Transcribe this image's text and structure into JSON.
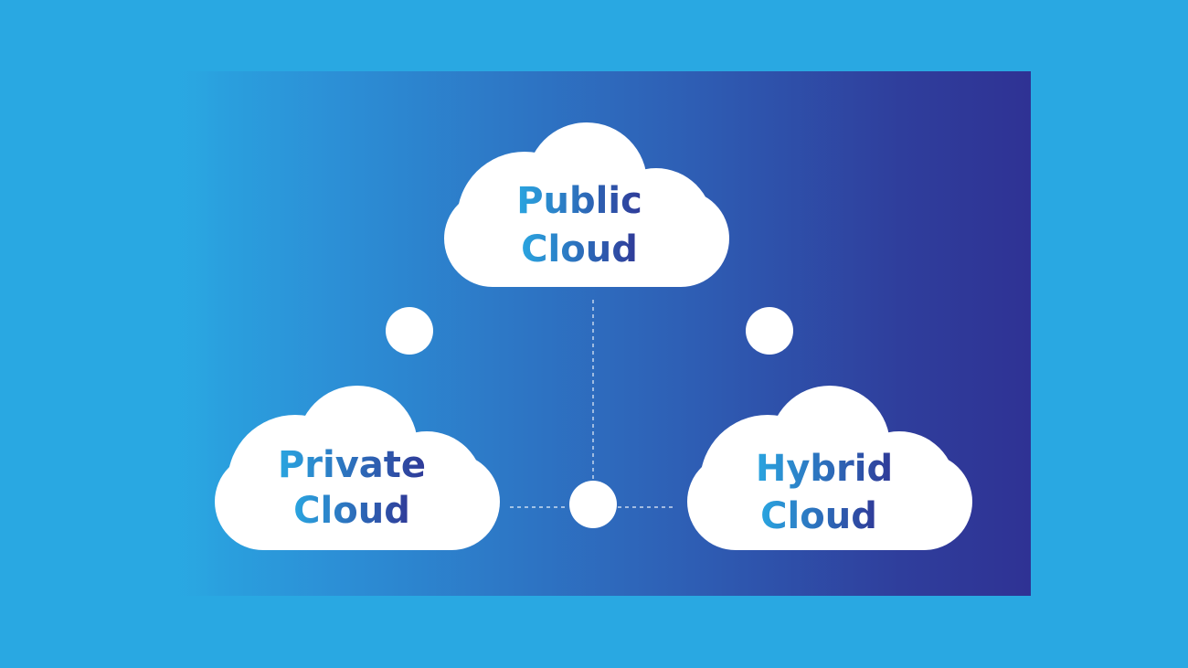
{
  "clouds": {
    "public": {
      "line1": "Public",
      "line2": "Cloud"
    },
    "private": {
      "line1": "Private",
      "line2": "Cloud"
    },
    "hybrid": {
      "line1": "Hybrid",
      "line2": "Cloud"
    }
  },
  "colors": {
    "background": "#29a8e2",
    "panel_start": "#29a8e2",
    "panel_end": "#2f3294",
    "cloud_fill": "#ffffff",
    "text_start": "#2aa5e0",
    "text_end": "#2f3a98",
    "connector": "#ffffff"
  }
}
